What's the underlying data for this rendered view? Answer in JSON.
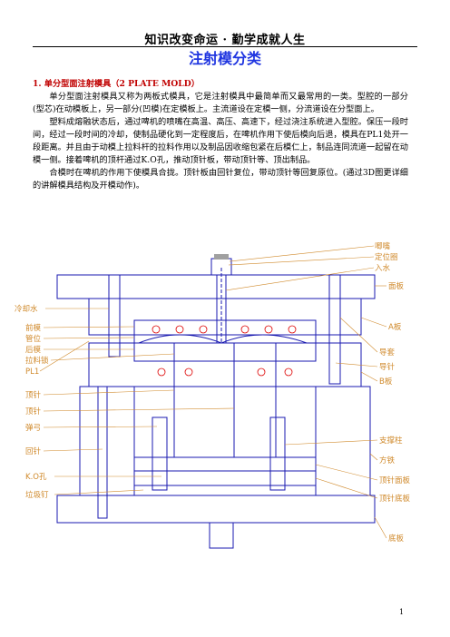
{
  "header": {
    "text": "知识改变命运 · 勤学成就人生"
  },
  "title": "注射模分类",
  "section": {
    "title": "1.   单分型面注射模具（2 PLATE MOLD）"
  },
  "paragraphs": [
    "单分型面注射模具又称为两板式模具，它是注射模具中最简单而又最常用的一类。型腔的一部分(型芯)在动模板上，另一部分(凹模)在定模板上。主流道设在定模一侧，分流道设在分型面上。",
    "塑料成熔融状态后，通过啤机的喷嘴在高温、高压、高速下，经过浇注系统进入型腔。保压一段时间，经过一段时间的冷却，使制品硬化到一定程度后，在啤机作用下使后模向后退，模具在PL1处开一段距离。并且由于动模上拉料杆的拉料作用以及制品因收缩包紧在后模仁上，制品连同流道一起留在动模一侧。接着啤机的顶杆通过K.O孔，推动顶针板，带动顶针等、顶出制品。",
    "合模时在啤机的作用下使模具合拢。顶针板由回针复位，带动顶针等回复原位。(通过3D图更详细的讲解模具结构及开模动作)。"
  ],
  "figure": {
    "labels_right": [
      "唧嘴",
      "定位圈",
      "入水",
      "面板",
      "A板",
      "导套",
      "导针",
      "B板",
      "支撑柱",
      "方铁",
      "顶针面板",
      "顶针底板",
      "底板"
    ],
    "labels_left": [
      "冷却水",
      "前模",
      "管位",
      "后模",
      "拉料锁",
      "PL1",
      "顶针",
      "顶针",
      "弹弓",
      "回针",
      "K.O孔",
      "垃圾钉"
    ]
  },
  "page_number": "1",
  "colors": {
    "title": "#1f35e0",
    "section": "#c00000",
    "label": "#d08a2c",
    "drawing": "#1a1ab0"
  }
}
